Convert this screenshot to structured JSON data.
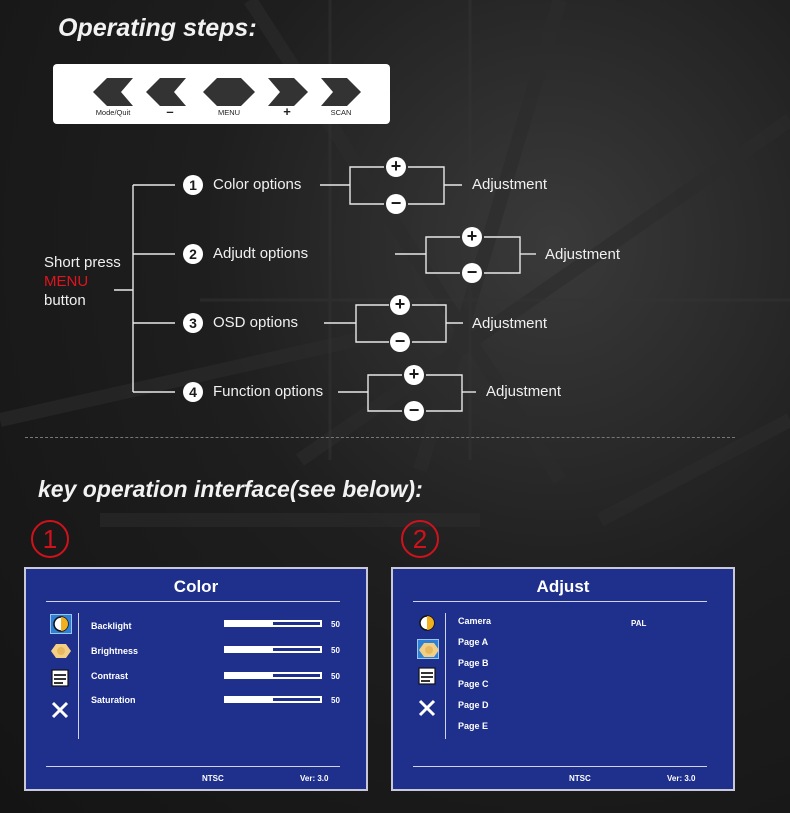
{
  "headings": {
    "operating_steps": "Operating steps:",
    "key_interface": "key operation interface(see below):"
  },
  "keys": [
    {
      "label": "Mode/Quit",
      "direction": "left"
    },
    {
      "label": "–",
      "direction": "left"
    },
    {
      "label": "MENU",
      "direction": "both"
    },
    {
      "label": "+",
      "direction": "right"
    },
    {
      "label": "SCAN",
      "direction": "right"
    }
  ],
  "tree": {
    "root_line1": "Short press",
    "root_line2": "MENU",
    "root_line3": "button",
    "options": [
      {
        "num": "1",
        "label": "Color options",
        "result": "Adjustment"
      },
      {
        "num": "2",
        "label": "Adjudt options",
        "result": "Adjustment"
      },
      {
        "num": "3",
        "label": "OSD options",
        "result": "Adjustment"
      },
      {
        "num": "4",
        "label": "Function options",
        "result": "Adjustment"
      }
    ],
    "plus": "+",
    "minus": "−"
  },
  "screens": [
    {
      "marker": "1",
      "title": "Color",
      "rows": [
        {
          "label": "Backlight",
          "value": "50",
          "level": 0.5
        },
        {
          "label": "Brightness",
          "value": "50",
          "level": 0.5
        },
        {
          "label": "Contrast",
          "value": "50",
          "level": 0.5
        },
        {
          "label": "Saturation",
          "value": "50",
          "level": 0.5
        }
      ],
      "footer_left": "NTSC",
      "footer_right": "Ver: 3.0",
      "icons": [
        "contrast-icon",
        "brightness-icon",
        "menu-list-icon",
        "tools-icon"
      ],
      "selected_icon": 0
    },
    {
      "marker": "2",
      "title": "Adjust",
      "rows": [
        {
          "label": "Camera",
          "value": "PAL"
        },
        {
          "label": "Page A"
        },
        {
          "label": "Page B"
        },
        {
          "label": "Page C"
        },
        {
          "label": "Page D"
        },
        {
          "label": "Page E"
        }
      ],
      "footer_left": "NTSC",
      "footer_right": "Ver: 3.0",
      "icons": [
        "contrast-icon",
        "brightness-icon",
        "menu-list-icon",
        "tools-icon"
      ],
      "selected_icon": 1
    }
  ],
  "colors": {
    "accent_red": "#e0141e",
    "osd_blue": "#1e2f8c"
  }
}
